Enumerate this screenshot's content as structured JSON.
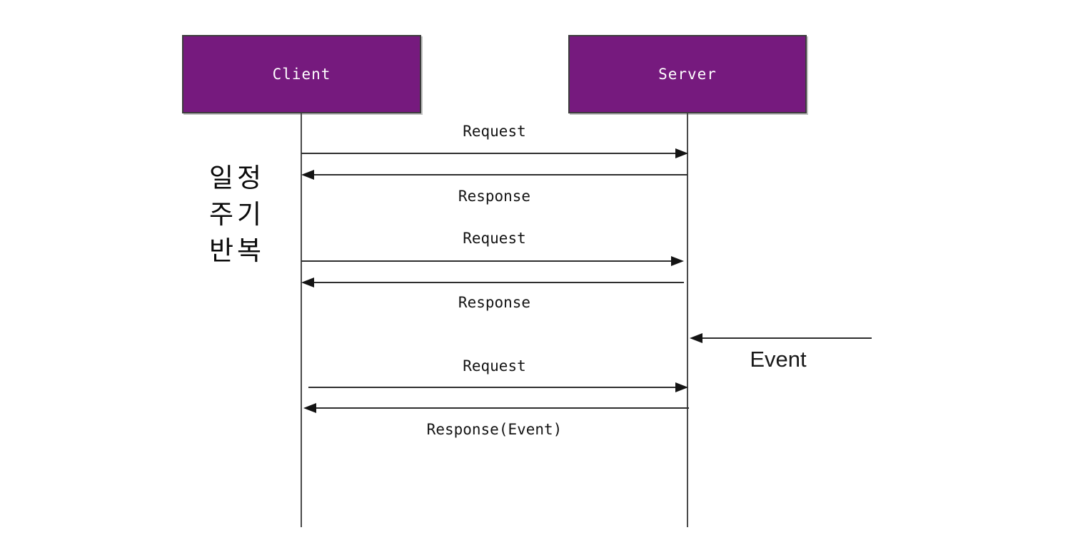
{
  "diagram": {
    "type": "sequence-diagram",
    "actors": [
      {
        "id": "client",
        "label": "Client"
      },
      {
        "id": "server",
        "label": "Server"
      }
    ],
    "annotation": {
      "lines": [
        "일정",
        "주기",
        "반복"
      ]
    },
    "messages": [
      {
        "label": "Request",
        "from": "Client",
        "to": "Server"
      },
      {
        "label": "Response",
        "from": "Server",
        "to": "Client"
      },
      {
        "label": "Request",
        "from": "Client",
        "to": "Server"
      },
      {
        "label": "Response",
        "from": "Server",
        "to": "Client"
      },
      {
        "label": "Event",
        "from": "external",
        "to": "Server"
      },
      {
        "label": "Request",
        "from": "Client",
        "to": "Server"
      },
      {
        "label": "Response(Event)",
        "from": "Server",
        "to": "Client"
      }
    ],
    "colors": {
      "actor_fill": "#761a7e",
      "actor_border": "#3c3c3c",
      "actor_text": "#ffffff",
      "line": "#2e2e2e",
      "arrowhead": "#141414",
      "label_text": "#141414",
      "background": "#ffffff"
    }
  }
}
